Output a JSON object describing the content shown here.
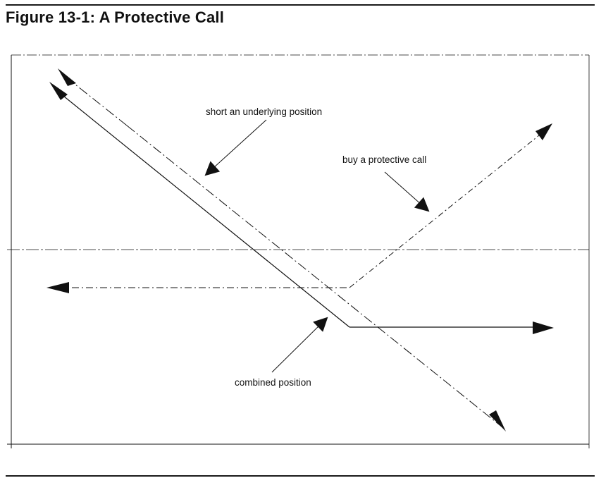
{
  "figure": {
    "title": "Figure 13-1: A Protective Call"
  },
  "labels": {
    "short_underlying": "short an underlying position",
    "protective_call": "buy a protective call",
    "combined": "combined position"
  },
  "colors": {
    "line": "#111111",
    "background": "#ffffff"
  }
}
